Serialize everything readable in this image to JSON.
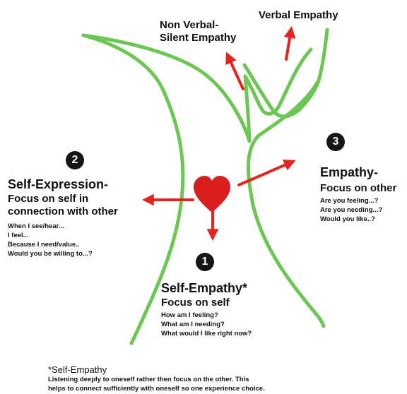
{
  "top_labels": {
    "nonverbal_line1": "Non Verbal-",
    "nonverbal_line2": "Silent Empathy",
    "verbal": "Verbal Empathy"
  },
  "self_expression": {
    "number": "2",
    "title": "Self-Expression-",
    "subtitle_line1": "Focus on self in",
    "subtitle_line2": "connection with other",
    "prompts": [
      "When I see/hear...",
      "I feel...",
      "Because I need/value..",
      "Would you be willing to...?"
    ]
  },
  "empathy": {
    "number": "3",
    "title": "Empathy-",
    "subtitle": "Focus on other",
    "prompts": [
      "Are you feeling...?",
      "Are you needing...?",
      "Would you like..?"
    ]
  },
  "self_empathy": {
    "number": "1",
    "title": "Self-Empathy*",
    "subtitle": "Focus on self",
    "prompts": [
      "How am I feeling?",
      "What am I needing?",
      "What would I like right now?"
    ]
  },
  "footnote": {
    "title": "*Self-Empathy",
    "lines": [
      "Listening deeply to oneself  rather then focus on  the other. This",
      "helps to connect sufficiently with oneself so one experience choice."
    ]
  },
  "colors": {
    "tree_line": "#6cc653",
    "arrow": "#e3241f",
    "heart": "#d91e1e",
    "number_badge": "#161616"
  }
}
